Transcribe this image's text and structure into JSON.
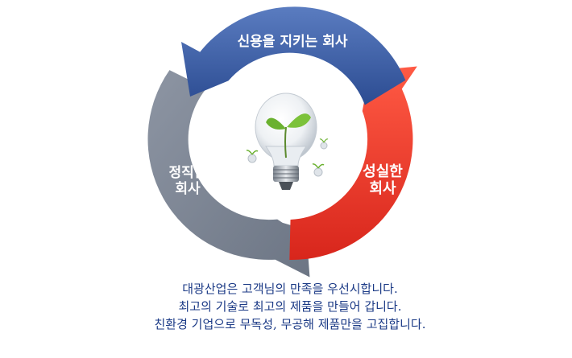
{
  "cycle": {
    "top_label": "신용을 지키는 회사",
    "left_label_line1": "정직한",
    "left_label_line2": "회사",
    "right_label_line1": "성실한",
    "right_label_line2": "회사"
  },
  "caption": {
    "line1": "대광산업은 고객님의 만족을 우선시합니다.",
    "line2": "최고의 기술로 최고의 제품을 만들어 갑니다.",
    "line3": "친환경 기업으로 무독성, 무공해 제품만을 고집합니다."
  },
  "colors": {
    "blue_segment": "#3f5fa3",
    "gray_segment": "#7c8594",
    "red_segment": "#ee3b2f",
    "caption_text": "#1b3a86"
  },
  "icons": {
    "center": "lightbulb-sprout-icon"
  }
}
